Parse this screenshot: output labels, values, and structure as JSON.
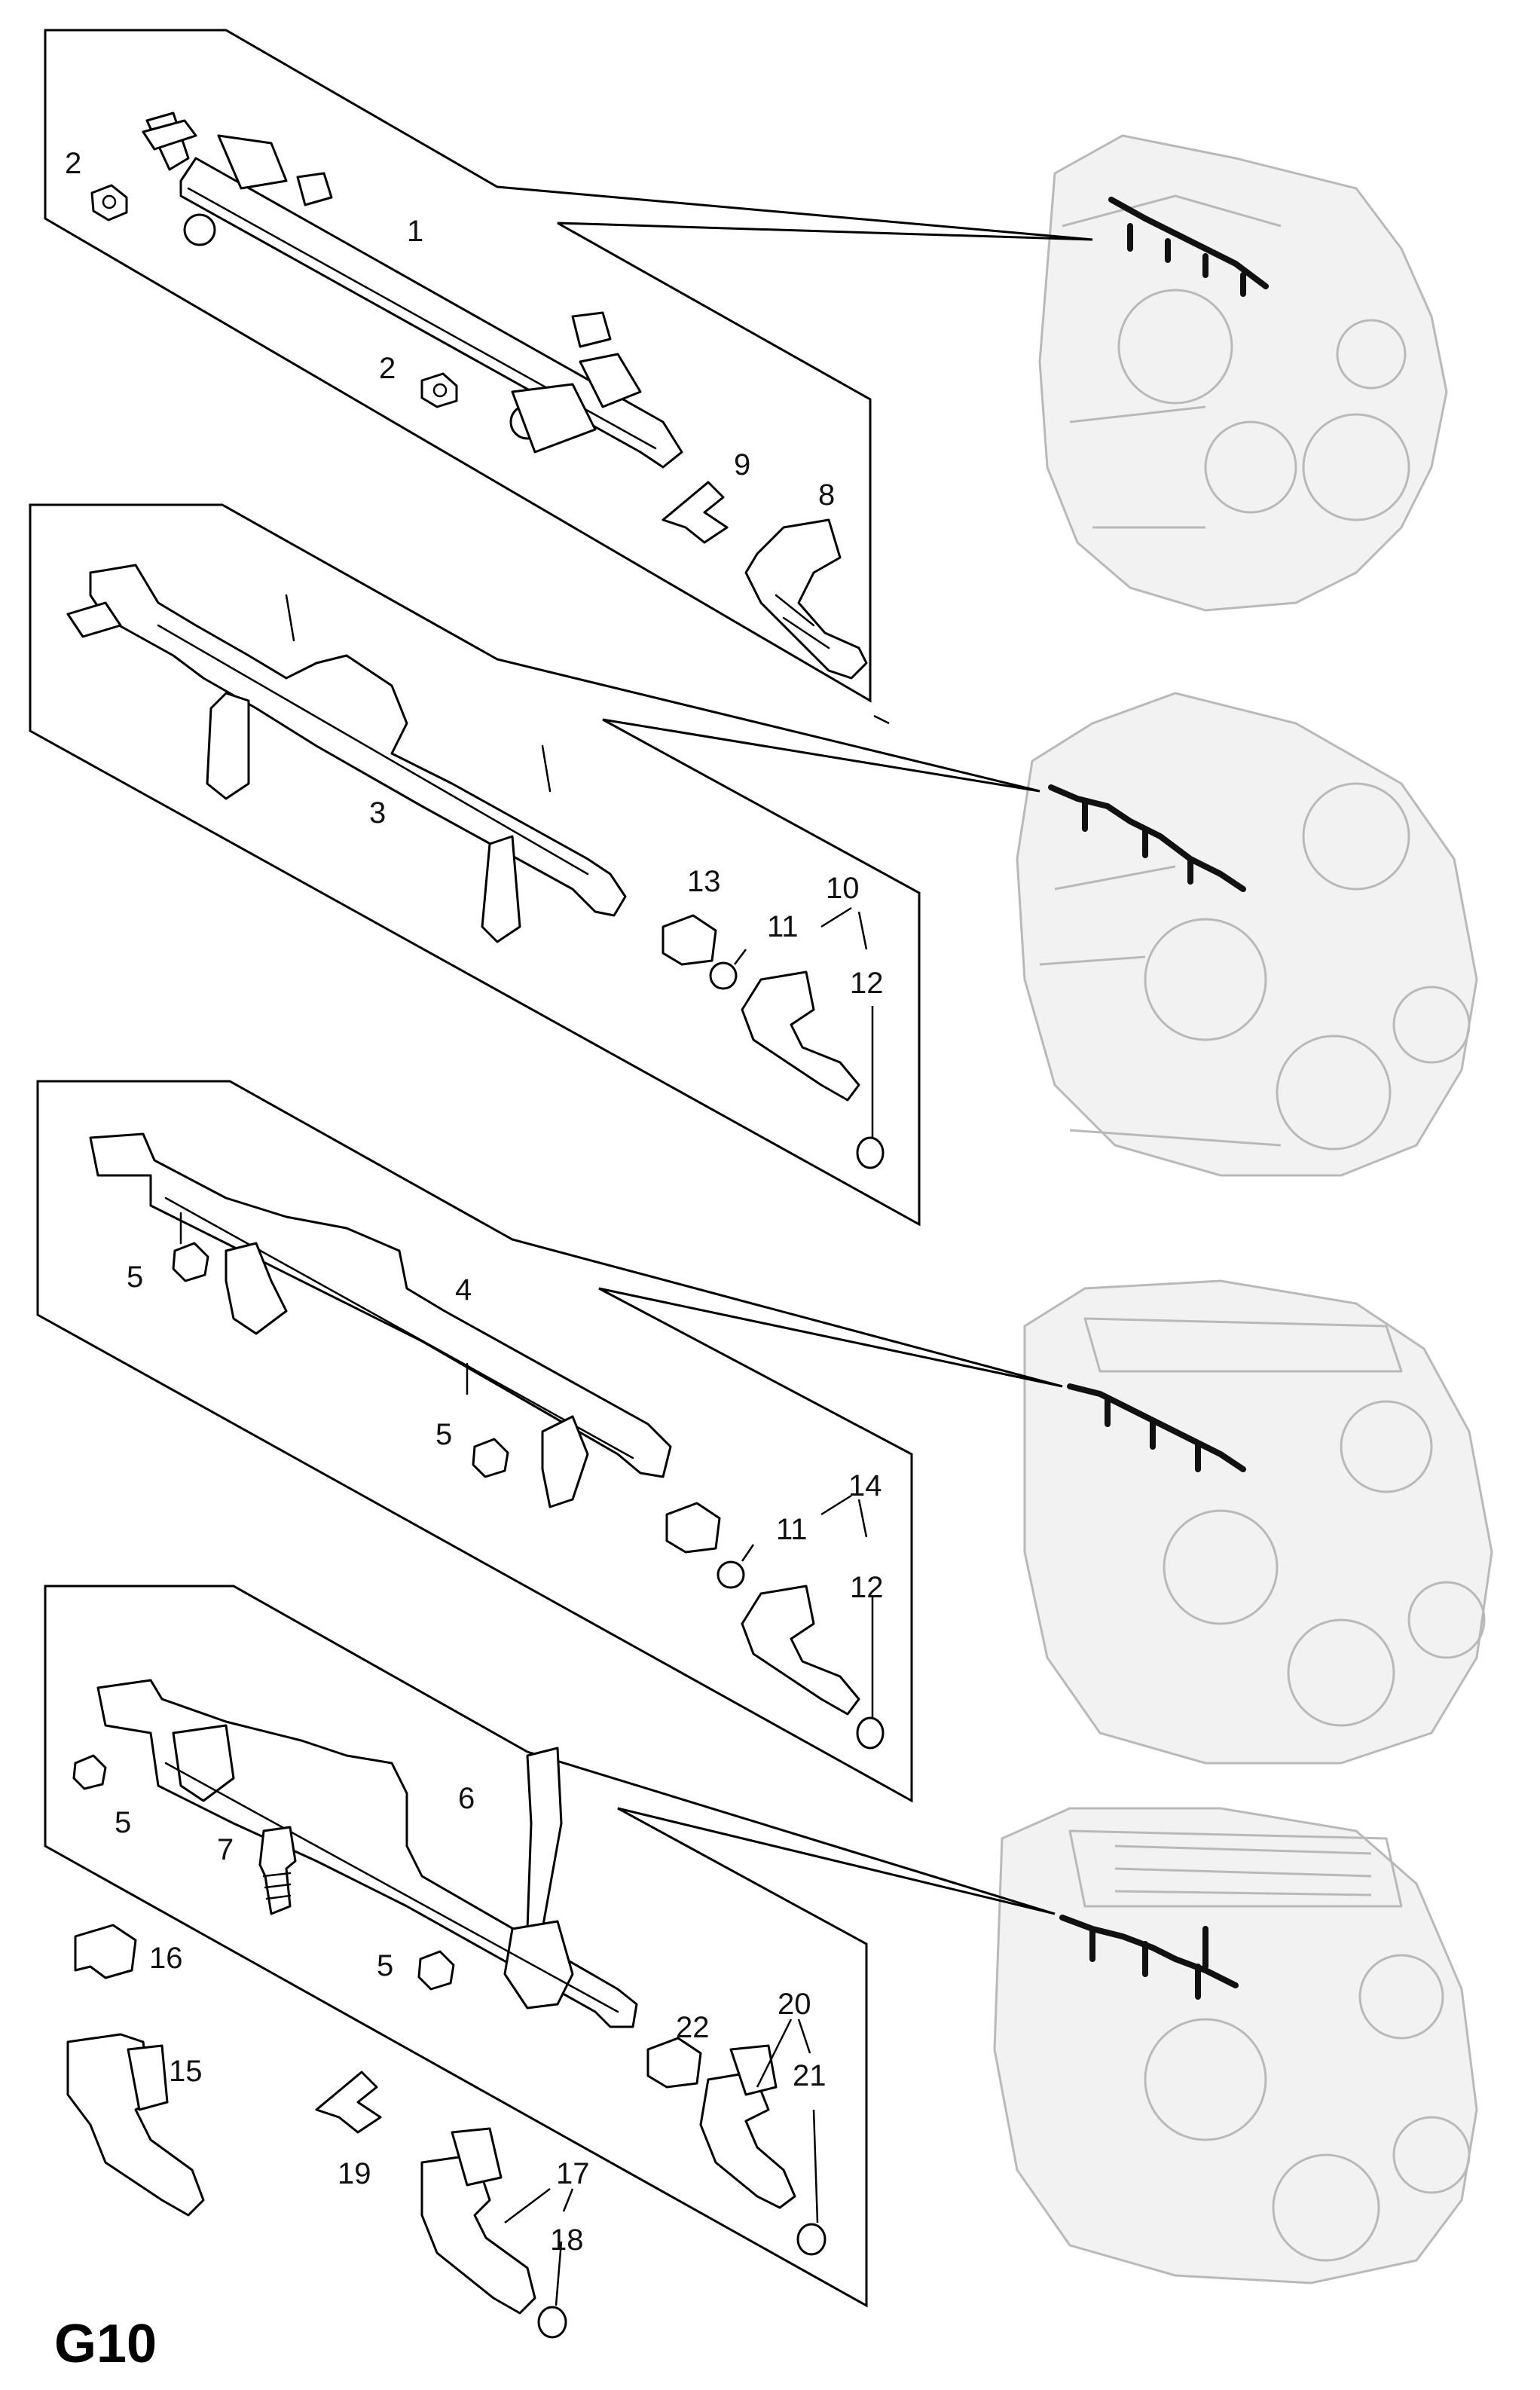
{
  "page_code": "G10",
  "panels": [
    {
      "name": "panel-1",
      "labels": [
        "1",
        "2",
        "2",
        "8",
        "9"
      ]
    },
    {
      "name": "panel-2",
      "labels": [
        "3",
        "10",
        "11",
        "12",
        "13"
      ]
    },
    {
      "name": "panel-3",
      "labels": [
        "4",
        "5",
        "5",
        "11",
        "12",
        "14"
      ]
    },
    {
      "name": "panel-4",
      "labels": [
        "5",
        "5",
        "6",
        "7",
        "15",
        "16",
        "17",
        "18",
        "19",
        "20",
        "21",
        "22"
      ]
    }
  ]
}
